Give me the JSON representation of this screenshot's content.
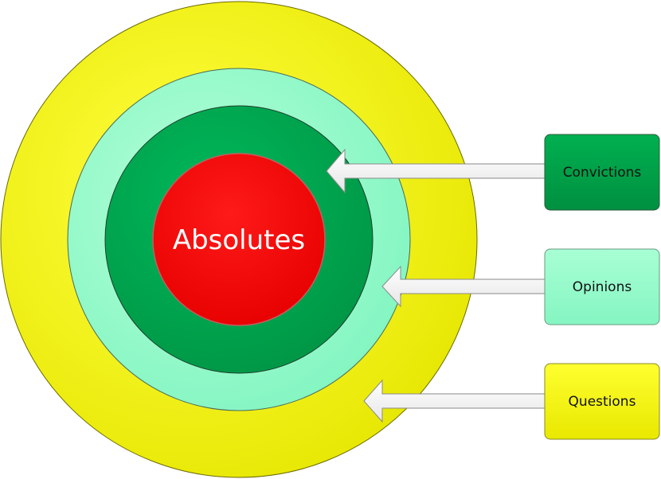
{
  "center": {
    "label": "Absolutes",
    "color": "#ff0000"
  },
  "rings": [
    {
      "name": "Convictions",
      "color": "#00a84f"
    },
    {
      "name": "Opinions",
      "color": "#99ffcc"
    },
    {
      "name": "Questions",
      "color": "#f5f500"
    }
  ],
  "boxes": [
    {
      "label": "Convictions",
      "fill": "#00a84f"
    },
    {
      "label": "Opinions",
      "fill": "#99ffcc"
    },
    {
      "label": "Questions",
      "fill": "#f5f500"
    }
  ]
}
